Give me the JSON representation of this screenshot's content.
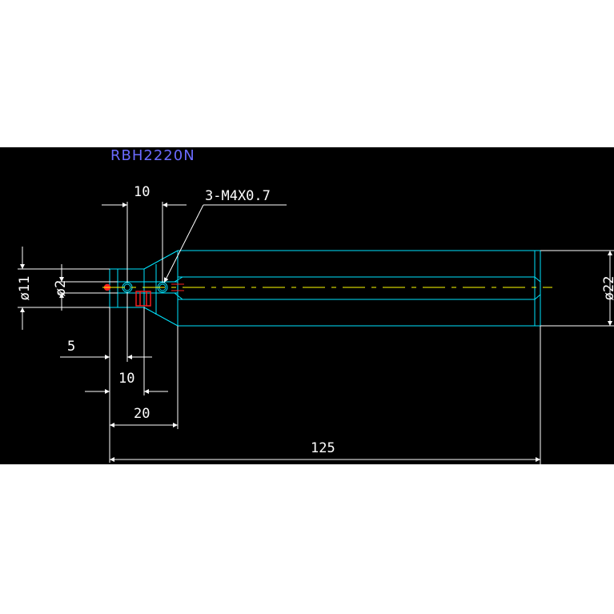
{
  "drawing": {
    "title": "RBH2220N",
    "dimensions": {
      "d11": "ø11",
      "d2": "ø2",
      "d22": "ø22",
      "top_10": "10",
      "thread": "3-M4X0.7",
      "left_5": "5",
      "bottom_10": "10",
      "len_20": "20",
      "len_125": "125"
    }
  },
  "colors": {
    "background": "#000000",
    "outline": "#00e5ff",
    "dimension": "#ffffff",
    "centerline": "#ffff00",
    "hole": "#ff2020",
    "title": "#6b6bff"
  }
}
